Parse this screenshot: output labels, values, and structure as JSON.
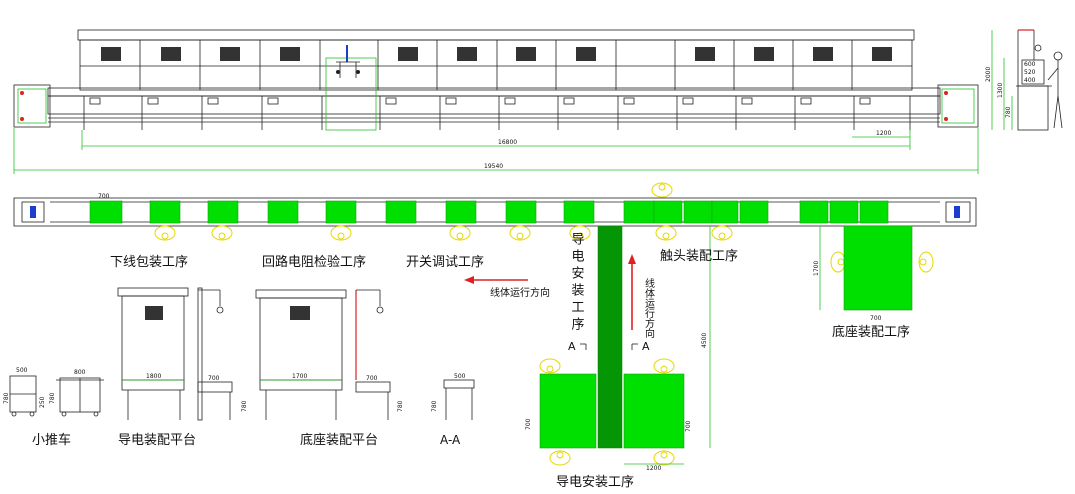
{
  "labels": {
    "xiaxian": "下线包装工序",
    "huilu": "回路电阻检验工序",
    "kaiguan": "开关调试工序",
    "chutou": "触头装配工序",
    "dizuo_proc": "底座装配工序",
    "daodian_proc_vertical": "导电安装工序",
    "daodian_proc_bottom": "导电安装工序",
    "xiaotuiche": "小推车",
    "daodian_platform": "导电装配平台",
    "dizuo_platform": "底座装配平台",
    "section_aa": "A-A",
    "flow_dir_left": "线体运行方向",
    "flow_dir_up": "线体运行方向",
    "section_mark_left": "A",
    "section_mark_right": "A"
  },
  "dimensions": {
    "overall_length": "19540",
    "line_length": "16800",
    "end_span": "1200",
    "height_total": "2000",
    "height_mid": "1300",
    "height_low": "780",
    "side_600": "600",
    "side_520": "520",
    "side_400": "400",
    "plan_700": "700",
    "dizuo_area_h": "1700",
    "dizuo_area_w": "700",
    "daodian_v": "4500",
    "daodian_w": "1200",
    "daodian_left_h": "700",
    "daodian_right_h": "700",
    "cart1_w": "500",
    "cart1_h1": "780",
    "cart1_h2": "250",
    "cart2_w": "800",
    "cart2_h": "780",
    "plat1_w": "1800",
    "plat1_side": "700",
    "plat1_h": "780",
    "plat2_w": "1700",
    "plat2_side": "700",
    "plat2_h": "780",
    "aa_w": "500",
    "aa_h": "780"
  },
  "colors": {
    "conveyor_green": "#00e000",
    "worker_yellow": "#e6d800",
    "arrow_red": "#e02020",
    "accent_blue": "#1a3fd0"
  }
}
